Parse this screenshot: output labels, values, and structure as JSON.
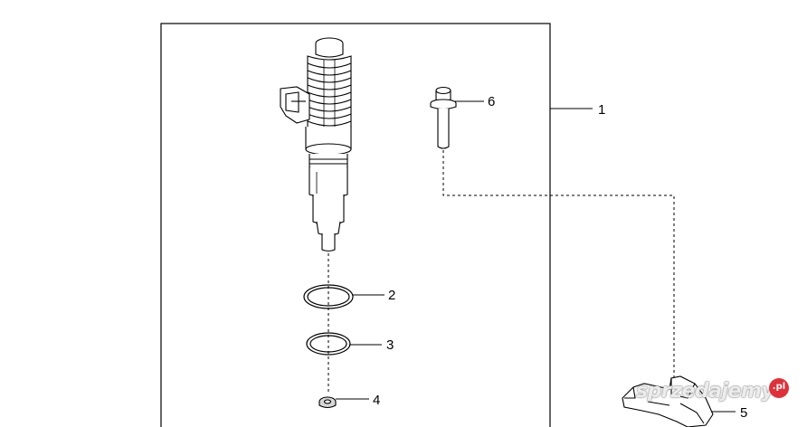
{
  "callouts": {
    "c1": "1",
    "c2": "2",
    "c3": "3",
    "c4": "4",
    "c5": "5",
    "c6": "6"
  },
  "watermark": {
    "text": "sprzedajemy",
    "badge": ".pl",
    "badge_color": "#e0313a"
  },
  "colors": {
    "line": "#000000",
    "background": "#ffffff"
  }
}
